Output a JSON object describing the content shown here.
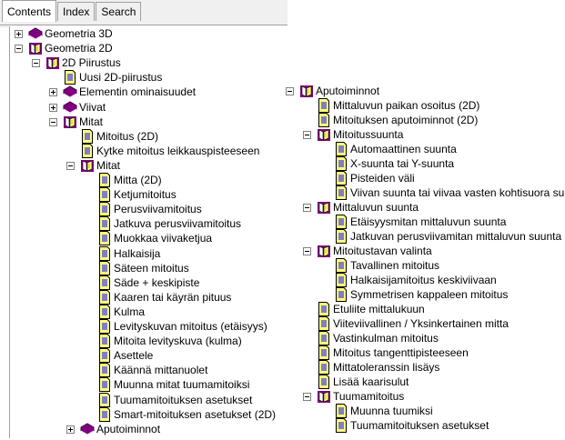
{
  "tabs": [
    {
      "label": "Contents",
      "active": true
    },
    {
      "label": "Index",
      "active": false
    },
    {
      "label": "Search",
      "active": false
    }
  ],
  "colors": {
    "book": "#800080",
    "page_lines": "#0000ff",
    "page_fill": "#ffff80"
  },
  "left_tree": [
    {
      "level": 0,
      "icon": "book-closed-icon",
      "exp": "plus",
      "label": "Geometria 3D"
    },
    {
      "level": 0,
      "icon": "book-open-icon",
      "exp": "minus",
      "label": "Geometria 2D"
    },
    {
      "level": 1,
      "icon": "book-open-icon",
      "exp": "minus",
      "label": "2D Piirustus"
    },
    {
      "level": 2,
      "icon": "page-icon",
      "exp": "",
      "label": "Uusi 2D-piirustus"
    },
    {
      "level": 2,
      "icon": "book-closed-icon",
      "exp": "plus",
      "label": "Elementin ominaisuudet"
    },
    {
      "level": 2,
      "icon": "book-closed-icon",
      "exp": "plus",
      "label": "Viivat"
    },
    {
      "level": 2,
      "icon": "book-open-icon",
      "exp": "minus",
      "label": "Mitat"
    },
    {
      "level": 3,
      "icon": "page-icon",
      "exp": "",
      "label": "Mitoitus (2D)"
    },
    {
      "level": 3,
      "icon": "page-icon",
      "exp": "",
      "label": "Kytke mitoitus leikkauspisteeseen"
    },
    {
      "level": 3,
      "icon": "book-open-icon",
      "exp": "minus",
      "label": "Mitat"
    },
    {
      "level": 4,
      "icon": "page-icon",
      "exp": "",
      "label": "Mitta (2D)"
    },
    {
      "level": 4,
      "icon": "page-icon",
      "exp": "",
      "label": "Ketjumitoitus"
    },
    {
      "level": 4,
      "icon": "page-icon",
      "exp": "",
      "label": "Perusviivamitoitus"
    },
    {
      "level": 4,
      "icon": "page-icon",
      "exp": "",
      "label": "Jatkuva perusviivamitoitus"
    },
    {
      "level": 4,
      "icon": "page-icon",
      "exp": "",
      "label": "Muokkaa viivaketjua"
    },
    {
      "level": 4,
      "icon": "page-icon",
      "exp": "",
      "label": "Halkaisija"
    },
    {
      "level": 4,
      "icon": "page-icon",
      "exp": "",
      "label": "Säteen mitoitus"
    },
    {
      "level": 4,
      "icon": "page-icon",
      "exp": "",
      "label": "Säde + keskipiste"
    },
    {
      "level": 4,
      "icon": "page-icon",
      "exp": "",
      "label": "Kaaren tai käyrän pituus"
    },
    {
      "level": 4,
      "icon": "page-icon",
      "exp": "",
      "label": "Kulma"
    },
    {
      "level": 4,
      "icon": "page-icon",
      "exp": "",
      "label": "Levityskuvan mitoitus (etäisyys)"
    },
    {
      "level": 4,
      "icon": "page-icon",
      "exp": "",
      "label": "Mitoita levityskuva (kulma)"
    },
    {
      "level": 4,
      "icon": "page-icon",
      "exp": "",
      "label": "Asettele"
    },
    {
      "level": 4,
      "icon": "page-icon",
      "exp": "",
      "label": "Käännä mittanuolet"
    },
    {
      "level": 4,
      "icon": "page-icon",
      "exp": "",
      "label": "Muunna mitat tuumamitoiksi"
    },
    {
      "level": 4,
      "icon": "page-icon",
      "exp": "",
      "label": "Tuumamitoituksen asetukset"
    },
    {
      "level": 4,
      "icon": "page-icon",
      "exp": "",
      "label": "Smart-mitoituksen asetukset (2D)"
    },
    {
      "level": 3,
      "icon": "book-closed-icon",
      "exp": "plus",
      "label": "Aputoiminnot"
    }
  ],
  "right_tree": [
    {
      "level": 0,
      "icon": "book-open-icon",
      "exp": "minus",
      "label": "Aputoiminnot"
    },
    {
      "level": 1,
      "icon": "page-icon",
      "exp": "",
      "label": "Mittaluvun paikan osoitus (2D)"
    },
    {
      "level": 1,
      "icon": "page-icon",
      "exp": "",
      "label": "Mitoituksen aputoiminnot (2D)"
    },
    {
      "level": 1,
      "icon": "book-open-icon",
      "exp": "minus",
      "label": "Mitoitussuunta"
    },
    {
      "level": 2,
      "icon": "page-icon",
      "exp": "",
      "label": "Automaattinen suunta"
    },
    {
      "level": 2,
      "icon": "page-icon",
      "exp": "",
      "label": "X-suunta tai Y-suunta"
    },
    {
      "level": 2,
      "icon": "page-icon",
      "exp": "",
      "label": "Pisteiden väli"
    },
    {
      "level": 2,
      "icon": "page-icon",
      "exp": "",
      "label": "Viivan suunta tai viivaa vasten kohtisuora suunta"
    },
    {
      "level": 1,
      "icon": "book-open-icon",
      "exp": "minus",
      "label": "Mittaluvun suunta"
    },
    {
      "level": 2,
      "icon": "page-icon",
      "exp": "",
      "label": "Etäisyysmitan mittaluvun suunta"
    },
    {
      "level": 2,
      "icon": "page-icon",
      "exp": "",
      "label": "Jatkuvan perusviivamitan mittaluvun suunta"
    },
    {
      "level": 1,
      "icon": "book-open-icon",
      "exp": "minus",
      "label": "Mitoitustavan valinta"
    },
    {
      "level": 2,
      "icon": "page-icon",
      "exp": "",
      "label": "Tavallinen mitoitus"
    },
    {
      "level": 2,
      "icon": "page-icon",
      "exp": "",
      "label": "Halkaisijamitoitus keskiviivaan"
    },
    {
      "level": 2,
      "icon": "page-icon",
      "exp": "",
      "label": "Symmetrisen kappaleen mitoitus"
    },
    {
      "level": 1,
      "icon": "page-icon",
      "exp": "",
      "label": "Etuliite mittalukuun"
    },
    {
      "level": 1,
      "icon": "page-icon",
      "exp": "",
      "label": "Viiteviivallinen / Yksinkertainen mitta"
    },
    {
      "level": 1,
      "icon": "page-icon",
      "exp": "",
      "label": "Vastinkulman mitoitus"
    },
    {
      "level": 1,
      "icon": "page-icon",
      "exp": "",
      "label": "Mitoitus tangenttipisteeseen"
    },
    {
      "level": 1,
      "icon": "page-icon",
      "exp": "",
      "label": "Mittatoleranssin lisäys"
    },
    {
      "level": 1,
      "icon": "page-icon",
      "exp": "",
      "label": "Lisää kaarisulut"
    },
    {
      "level": 1,
      "icon": "book-open-icon",
      "exp": "minus",
      "label": "Tuumamitoitus"
    },
    {
      "level": 2,
      "icon": "page-icon",
      "exp": "",
      "label": "Muunna tuumiksi"
    },
    {
      "level": 2,
      "icon": "page-icon",
      "exp": "",
      "label": "Tuumamitoituksen asetukset"
    }
  ]
}
